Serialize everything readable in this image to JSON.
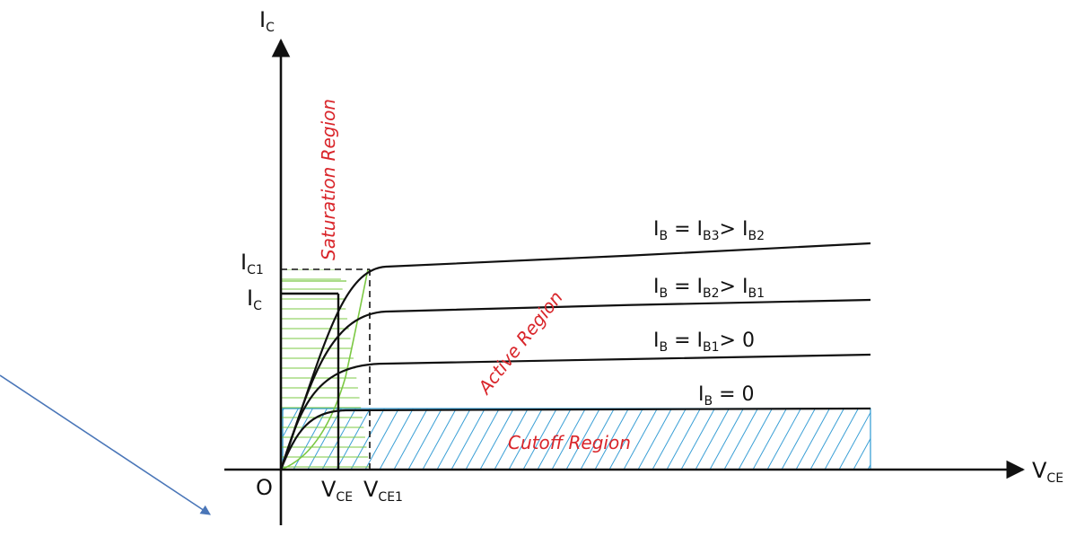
{
  "axes": {
    "y_main": "I",
    "y_sub": "C",
    "x_main": "V",
    "x_sub": "CE",
    "origin": "O"
  },
  "y_ticks": [
    {
      "main": "I",
      "sub": "C1"
    },
    {
      "main": "I",
      "sub": "C"
    }
  ],
  "x_ticks": [
    {
      "main": "V",
      "sub": "CE"
    },
    {
      "main": "V",
      "sub": "CE1"
    }
  ],
  "curves": [
    {
      "parts": [
        {
          "t": "I"
        },
        {
          "s": "B"
        },
        {
          "t": " = I"
        },
        {
          "s": "B3"
        },
        {
          "t": "> I"
        },
        {
          "s": "B2"
        }
      ]
    },
    {
      "parts": [
        {
          "t": "I"
        },
        {
          "s": "B"
        },
        {
          "t": " = I"
        },
        {
          "s": "B2"
        },
        {
          "t": "> I"
        },
        {
          "s": "B1"
        }
      ]
    },
    {
      "parts": [
        {
          "t": "I"
        },
        {
          "s": "B"
        },
        {
          "t": " = I"
        },
        {
          "s": "B1"
        },
        {
          "t": "> 0"
        }
      ]
    },
    {
      "parts": [
        {
          "t": "I"
        },
        {
          "s": "B"
        },
        {
          "t": " = 0"
        }
      ]
    }
  ],
  "regions": {
    "saturation": "Saturation Region",
    "active": "Active Region",
    "cutoff": "Cutoff Region"
  },
  "colors": {
    "axis": "#111111",
    "curve": "#111111",
    "region_text": "#d9262b",
    "saturation_hatch": "#7bc843",
    "cutoff_hatch": "#3a9fd6",
    "arrow": "#4a76b8"
  }
}
